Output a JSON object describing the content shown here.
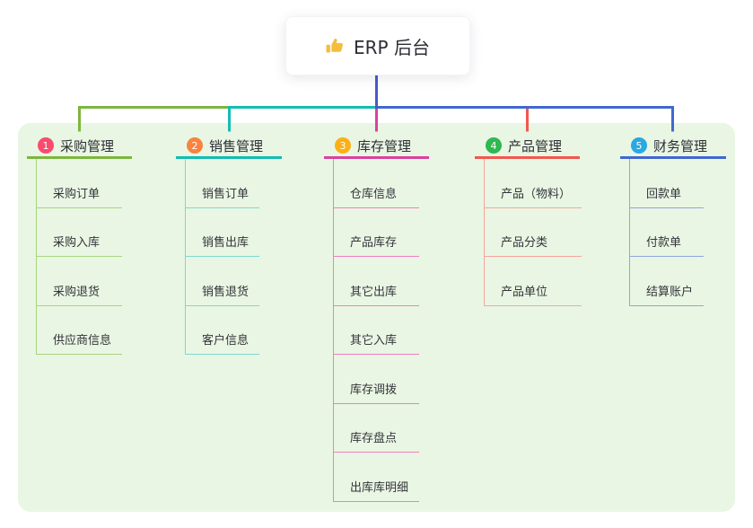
{
  "root": {
    "label": "ERP 后台",
    "icon": "thumbs-up"
  },
  "colors": {
    "root_connector": "#4b58cb",
    "panel_bg": "#e9f6e3",
    "icon_gold": "#f5bd3c"
  },
  "branches": [
    {
      "badge": "1",
      "title": "采购管理",
      "badge_color": "#f94b6e",
      "line_color": "#7db63e",
      "child_line_color": "#a9d47f",
      "children": [
        "采购订单",
        "采购入库",
        "采购退货",
        "供应商信息"
      ]
    },
    {
      "badge": "2",
      "title": "销售管理",
      "badge_color": "#f9833f",
      "line_color": "#14bcb3",
      "child_line_color": "#7fd8d0",
      "children": [
        "销售订单",
        "销售出库",
        "销售退货",
        "客户信息"
      ]
    },
    {
      "badge": "3",
      "title": "库存管理",
      "badge_color": "#fbb017",
      "line_color": "#d9429f",
      "child_line_color": "#f07ec2",
      "children": [
        "仓库信息",
        "产品库存",
        "其它出库",
        "其它入库",
        "库存调拨",
        "库存盘点",
        "出库库明细"
      ]
    },
    {
      "badge": "4",
      "title": "产品管理",
      "badge_color": "#2eb852",
      "line_color": "#f2574f",
      "child_line_color": "#f8a49e",
      "children": [
        "产品（物料）",
        "产品分类",
        "产品单位"
      ]
    },
    {
      "badge": "5",
      "title": "财务管理",
      "badge_color": "#29a9e1",
      "line_color": "#4168d0",
      "child_line_color": "#92a5de",
      "children": [
        "回款单",
        "付款单",
        "结算账户"
      ]
    }
  ]
}
